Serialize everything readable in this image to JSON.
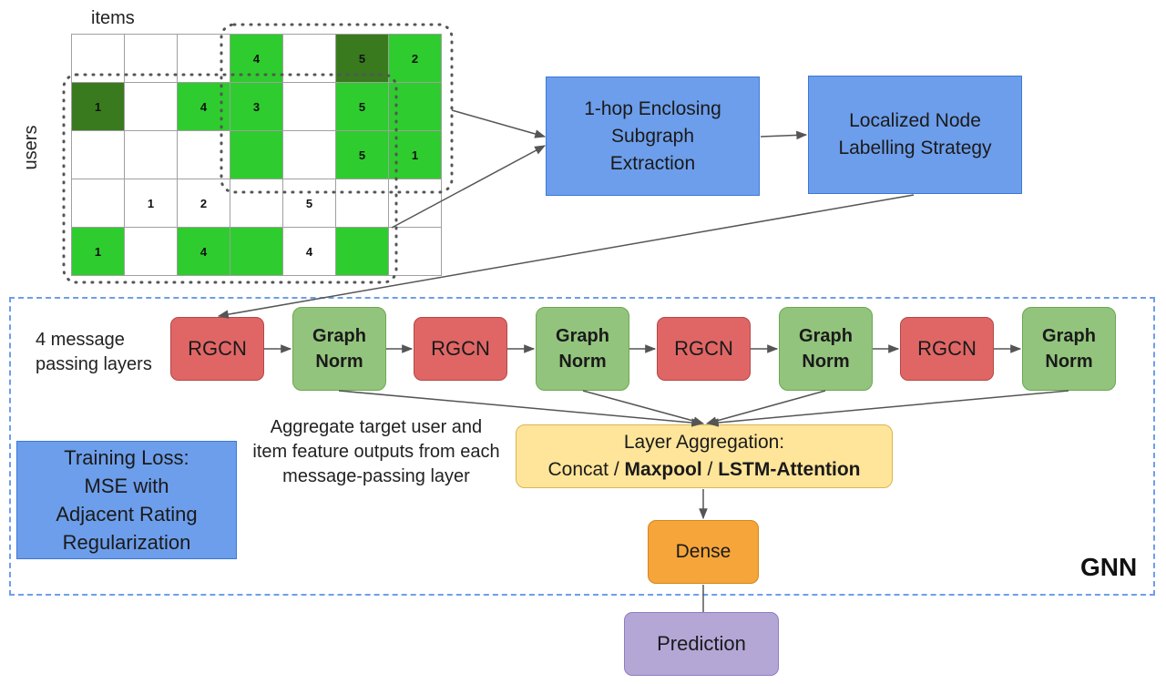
{
  "matrix": {
    "items_label": "items",
    "users_label": "users",
    "cells": [
      [
        {
          "v": "",
          "c": "w"
        },
        {
          "v": "",
          "c": "w"
        },
        {
          "v": "",
          "c": "w"
        },
        {
          "v": "4",
          "c": "g"
        },
        {
          "v": "",
          "c": "w"
        },
        {
          "v": "5",
          "c": "d"
        },
        {
          "v": "2",
          "c": "g"
        }
      ],
      [
        {
          "v": "1",
          "c": "d"
        },
        {
          "v": "",
          "c": "w"
        },
        {
          "v": "4",
          "c": "g"
        },
        {
          "v": "3",
          "c": "g"
        },
        {
          "v": "",
          "c": "w"
        },
        {
          "v": "5",
          "c": "g"
        },
        {
          "v": "",
          "c": "g"
        }
      ],
      [
        {
          "v": "",
          "c": "w"
        },
        {
          "v": "",
          "c": "w"
        },
        {
          "v": "",
          "c": "w"
        },
        {
          "v": "",
          "c": "g"
        },
        {
          "v": "",
          "c": "w"
        },
        {
          "v": "5",
          "c": "g"
        },
        {
          "v": "1",
          "c": "g"
        }
      ],
      [
        {
          "v": "",
          "c": "w"
        },
        {
          "v": "1",
          "c": "w"
        },
        {
          "v": "2",
          "c": "w"
        },
        {
          "v": "",
          "c": "w"
        },
        {
          "v": "5",
          "c": "w"
        },
        {
          "v": "",
          "c": "w"
        },
        {
          "v": "",
          "c": "w"
        }
      ],
      [
        {
          "v": "1",
          "c": "g"
        },
        {
          "v": "",
          "c": "w"
        },
        {
          "v": "4",
          "c": "g"
        },
        {
          "v": "",
          "c": "g"
        },
        {
          "v": "4",
          "c": "w"
        },
        {
          "v": "",
          "c": "g"
        },
        {
          "v": "",
          "c": "w"
        }
      ]
    ]
  },
  "pipeline": {
    "extraction": [
      "1-hop Enclosing",
      "Subgraph",
      "Extraction"
    ],
    "labelling": [
      "Localized Node",
      "Labelling Strategy"
    ]
  },
  "gnn": {
    "label": "GNN",
    "message_passing_note": [
      "4 message",
      "passing layers"
    ],
    "layers": [
      {
        "rgcn": "RGCN",
        "norm": [
          "Graph",
          "Norm"
        ]
      },
      {
        "rgcn": "RGCN",
        "norm": [
          "Graph",
          "Norm"
        ]
      },
      {
        "rgcn": "RGCN",
        "norm": [
          "Graph",
          "Norm"
        ]
      },
      {
        "rgcn": "RGCN",
        "norm": [
          "Graph",
          "Norm"
        ]
      }
    ],
    "aggregate_note": [
      "Aggregate target user and",
      "item feature outputs from each",
      "message-passing layer"
    ],
    "layer_aggregation": {
      "title": "Layer Aggregation:",
      "opt1": "Concat",
      "sep1": " / ",
      "opt2": "Maxpool",
      "sep2": " / ",
      "opt3": "LSTM-Attention"
    },
    "dense": "Dense",
    "training_loss": [
      "Training Loss:",
      "MSE with",
      "Adjacent Rating",
      "Regularization"
    ]
  },
  "prediction": "Prediction",
  "colors": {
    "blue_box": "#6d9eeb",
    "rgcn": "#e06666",
    "graph_norm": "#93c47d",
    "aggregation": "#ffe599",
    "dense": "#f6a53a",
    "prediction": "#b4a7d6",
    "cell_green": "#2ecc2e",
    "cell_dark_green": "#3a7a1e"
  }
}
